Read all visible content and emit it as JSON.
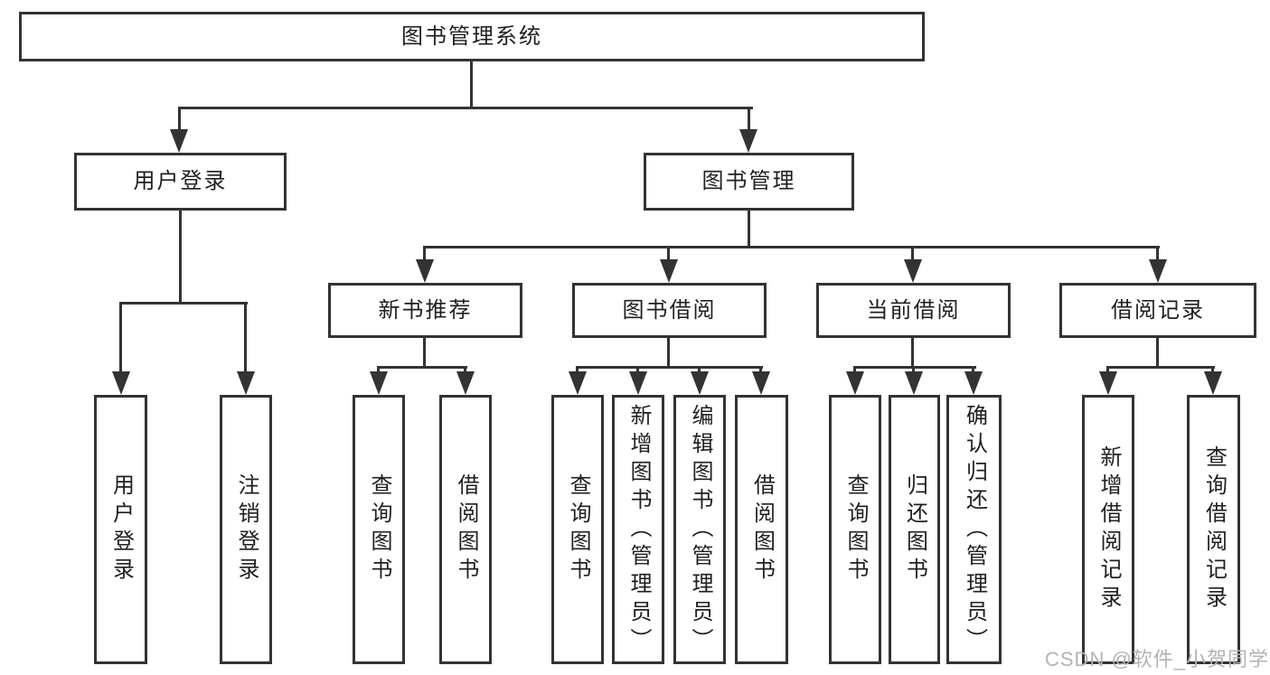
{
  "diagram_title": "图书管理系统",
  "tree": {
    "label": "图书管理系统",
    "children": [
      {
        "label": "用户登录",
        "children": [
          {
            "label": "用户登录"
          },
          {
            "label": "注销登录"
          }
        ]
      },
      {
        "label": "图书管理",
        "children": [
          {
            "label": "新书推荐",
            "children": [
              {
                "label": "查询图书"
              },
              {
                "label": "借阅图书"
              }
            ]
          },
          {
            "label": "图书借阅",
            "children": [
              {
                "label": "查询图书"
              },
              {
                "label": "新增图书（管理员）"
              },
              {
                "label": "编辑图书（管理员）"
              },
              {
                "label": "借阅图书"
              }
            ]
          },
          {
            "label": "当前借阅",
            "children": [
              {
                "label": "查询图书"
              },
              {
                "label": "归还图书"
              },
              {
                "label": "确认归还（管理员）"
              }
            ]
          },
          {
            "label": "借阅记录",
            "children": [
              {
                "label": "新增借阅记录"
              },
              {
                "label": "查询借阅记录"
              }
            ]
          }
        ]
      }
    ]
  },
  "watermark": "CSDN @软件_小贺同学",
  "colors": {
    "line": "#333333",
    "text": "#1f1f1f",
    "box_background": "#ffffff",
    "page_background": "#ffffff",
    "watermark": "#b3b3b3"
  }
}
